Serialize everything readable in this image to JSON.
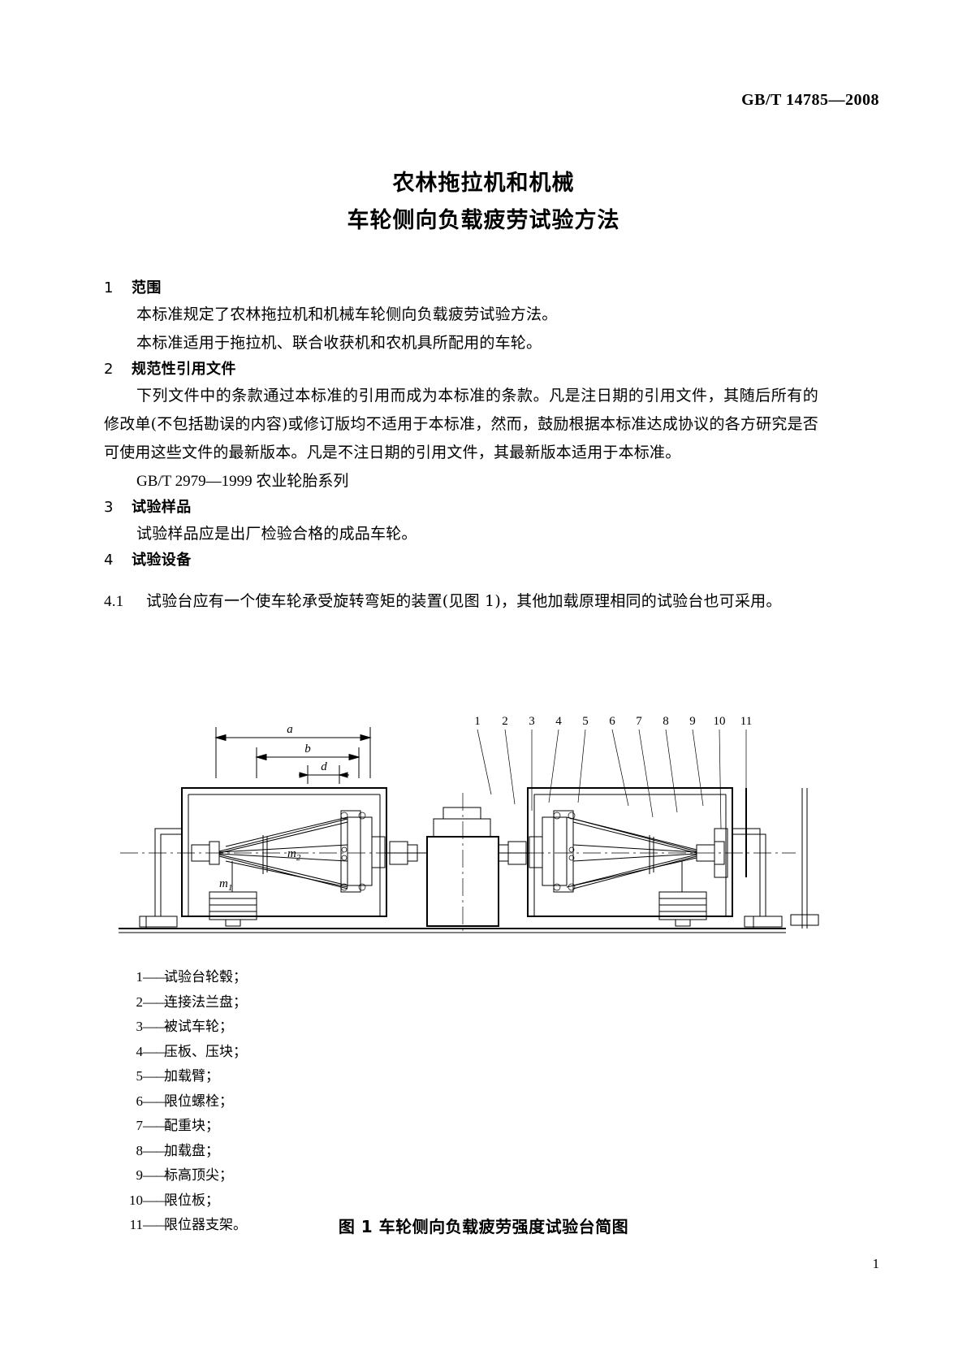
{
  "header": {
    "standard_number": "GB/T 14785—2008"
  },
  "title": {
    "line1": "农林拖拉机和机械",
    "line2": "车轮侧向负载疲劳试验方法"
  },
  "clauses": [
    {
      "number": "1",
      "heading": "范围",
      "paragraphs": [
        "本标准规定了农林拖拉机和机械车轮侧向负载疲劳试验方法。",
        "本标准适用于拖拉机、联合收获机和农机具所配用的车轮。"
      ]
    },
    {
      "number": "2",
      "heading": "规范性引用文件",
      "paragraphs": [
        "下列文件中的条款通过本标准的引用而成为本标准的条款。凡是注日期的引用文件，其随后所有的修改单(不包括勘误的内容)或修订版均不适用于本标准，然而，鼓励根据本标准达成协议的各方研究是否可使用这些文件的最新版本。凡是不注日期的引用文件，其最新版本适用于本标准。"
      ],
      "reference": "GB/T 2979—1999    农业轮胎系列"
    },
    {
      "number": "3",
      "heading": "试验样品",
      "paragraphs": [
        "试验样品应是出厂检验合格的成品车轮。"
      ]
    },
    {
      "number": "4",
      "heading": "试验设备",
      "paragraphs": []
    }
  ],
  "subclause": {
    "number": "4.1",
    "text": "试验台应有一个使车轮承受旋转弯矩的装置(见图 1)，其他加载原理相同的试验台也可采用。"
  },
  "figure": {
    "dimension_labels": [
      "a",
      "b",
      "d"
    ],
    "mass_labels": [
      "m1",
      "m2"
    ],
    "callout_numbers": [
      "1",
      "2",
      "3",
      "4",
      "5",
      "6",
      "7",
      "8",
      "9",
      "10",
      "11"
    ],
    "legend": [
      {
        "num": "1",
        "dash": "——",
        "text": "试验台轮毂；"
      },
      {
        "num": "2",
        "dash": "——",
        "text": "连接法兰盘；"
      },
      {
        "num": "3",
        "dash": "——",
        "text": "被试车轮；"
      },
      {
        "num": "4",
        "dash": "——",
        "text": "压板、压块；"
      },
      {
        "num": "5",
        "dash": "——",
        "text": "加载臂；"
      },
      {
        "num": "6",
        "dash": "——",
        "text": "限位螺栓；"
      },
      {
        "num": "7",
        "dash": "——",
        "text": "配重块；"
      },
      {
        "num": "8",
        "dash": "——",
        "text": "加载盘；"
      },
      {
        "num": "9",
        "dash": "——",
        "text": "标高顶尖；"
      },
      {
        "num": "10",
        "dash": "——",
        "text": "限位板；"
      },
      {
        "num": "11",
        "dash": "——",
        "text": "限位器支架。"
      }
    ],
    "caption": "图 1   车轮侧向负载疲劳强度试验台简图"
  },
  "page_number": "1"
}
